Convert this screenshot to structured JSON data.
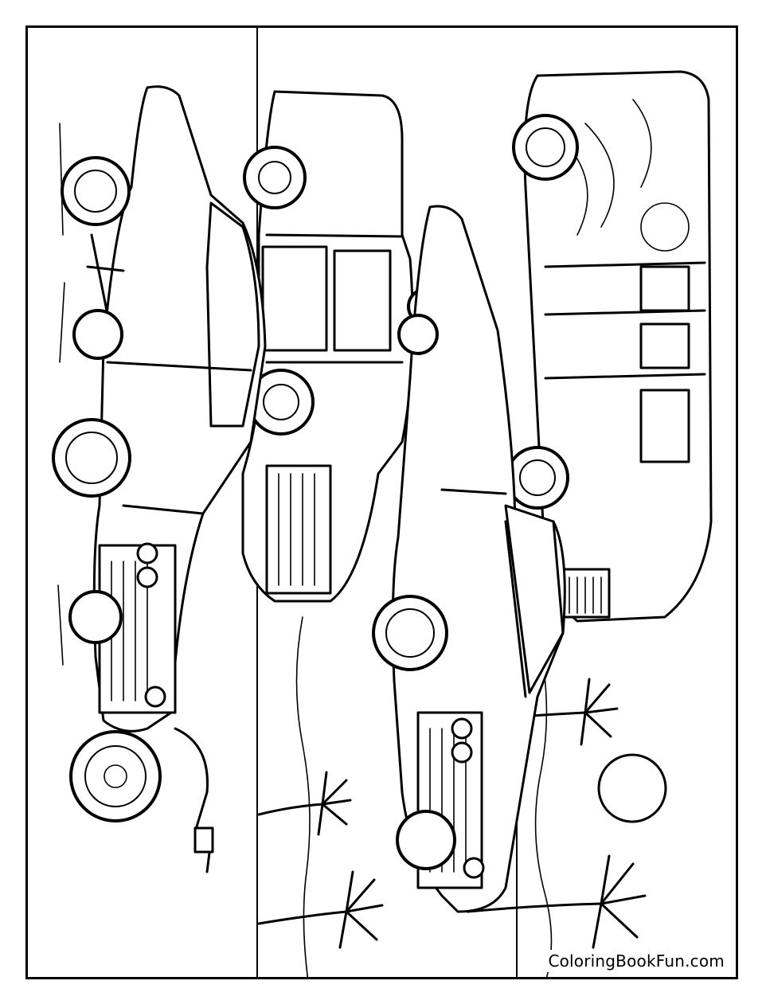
{
  "watermark": {
    "text": "ColoringBookFun.com"
  },
  "colors": {
    "ink": "#000000",
    "paper": "#ffffff"
  },
  "scene": {
    "items": [
      {
        "name": "lowrider-sedan-left"
      },
      {
        "name": "pickup-truck"
      },
      {
        "name": "lowrider-sedan-center"
      },
      {
        "name": "custom-van"
      },
      {
        "name": "palm-tree"
      },
      {
        "name": "sun"
      }
    ]
  }
}
